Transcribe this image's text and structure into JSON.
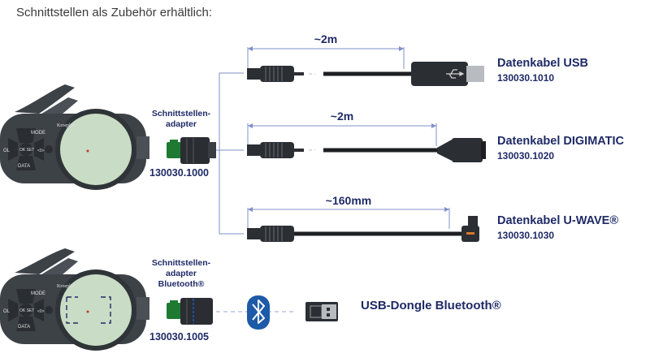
{
  "heading": "Schnittstellen als Zubehör erhältlich:",
  "adapter1": {
    "label_line1": "Schnittstellen-",
    "label_line2": "adapter",
    "code": "130030.1000"
  },
  "adapter2": {
    "label_line1": "Schnittstellen-",
    "label_line2": "adapter",
    "label_line3": "Bluetooth®",
    "code": "130030.1005"
  },
  "cables": [
    {
      "length": "~2m",
      "title": "Datenkabel USB",
      "code": "130030.1010"
    },
    {
      "length": "~2m",
      "title": "Datenkabel DIGIMATIC",
      "code": "130030.1020"
    },
    {
      "length": "~160mm",
      "title": "Datenkabel U-WAVE®",
      "code": "130030.1030"
    }
  ],
  "dongle": {
    "title": "USB-Dongle Bluetooth®"
  },
  "device": {
    "brand": "Kroeplin",
    "buttons": {
      "mode": "MODE",
      "ok_set": "OK SET",
      "data": "DATA",
      "ol": "OL",
      "zero": "<0>"
    }
  },
  "colors": {
    "navy": "#1f2a66",
    "blue_line": "#7f90c8",
    "display": "#c9dcc5",
    "device_body": "#3d4247",
    "bluetooth": "#1d5aa8"
  }
}
